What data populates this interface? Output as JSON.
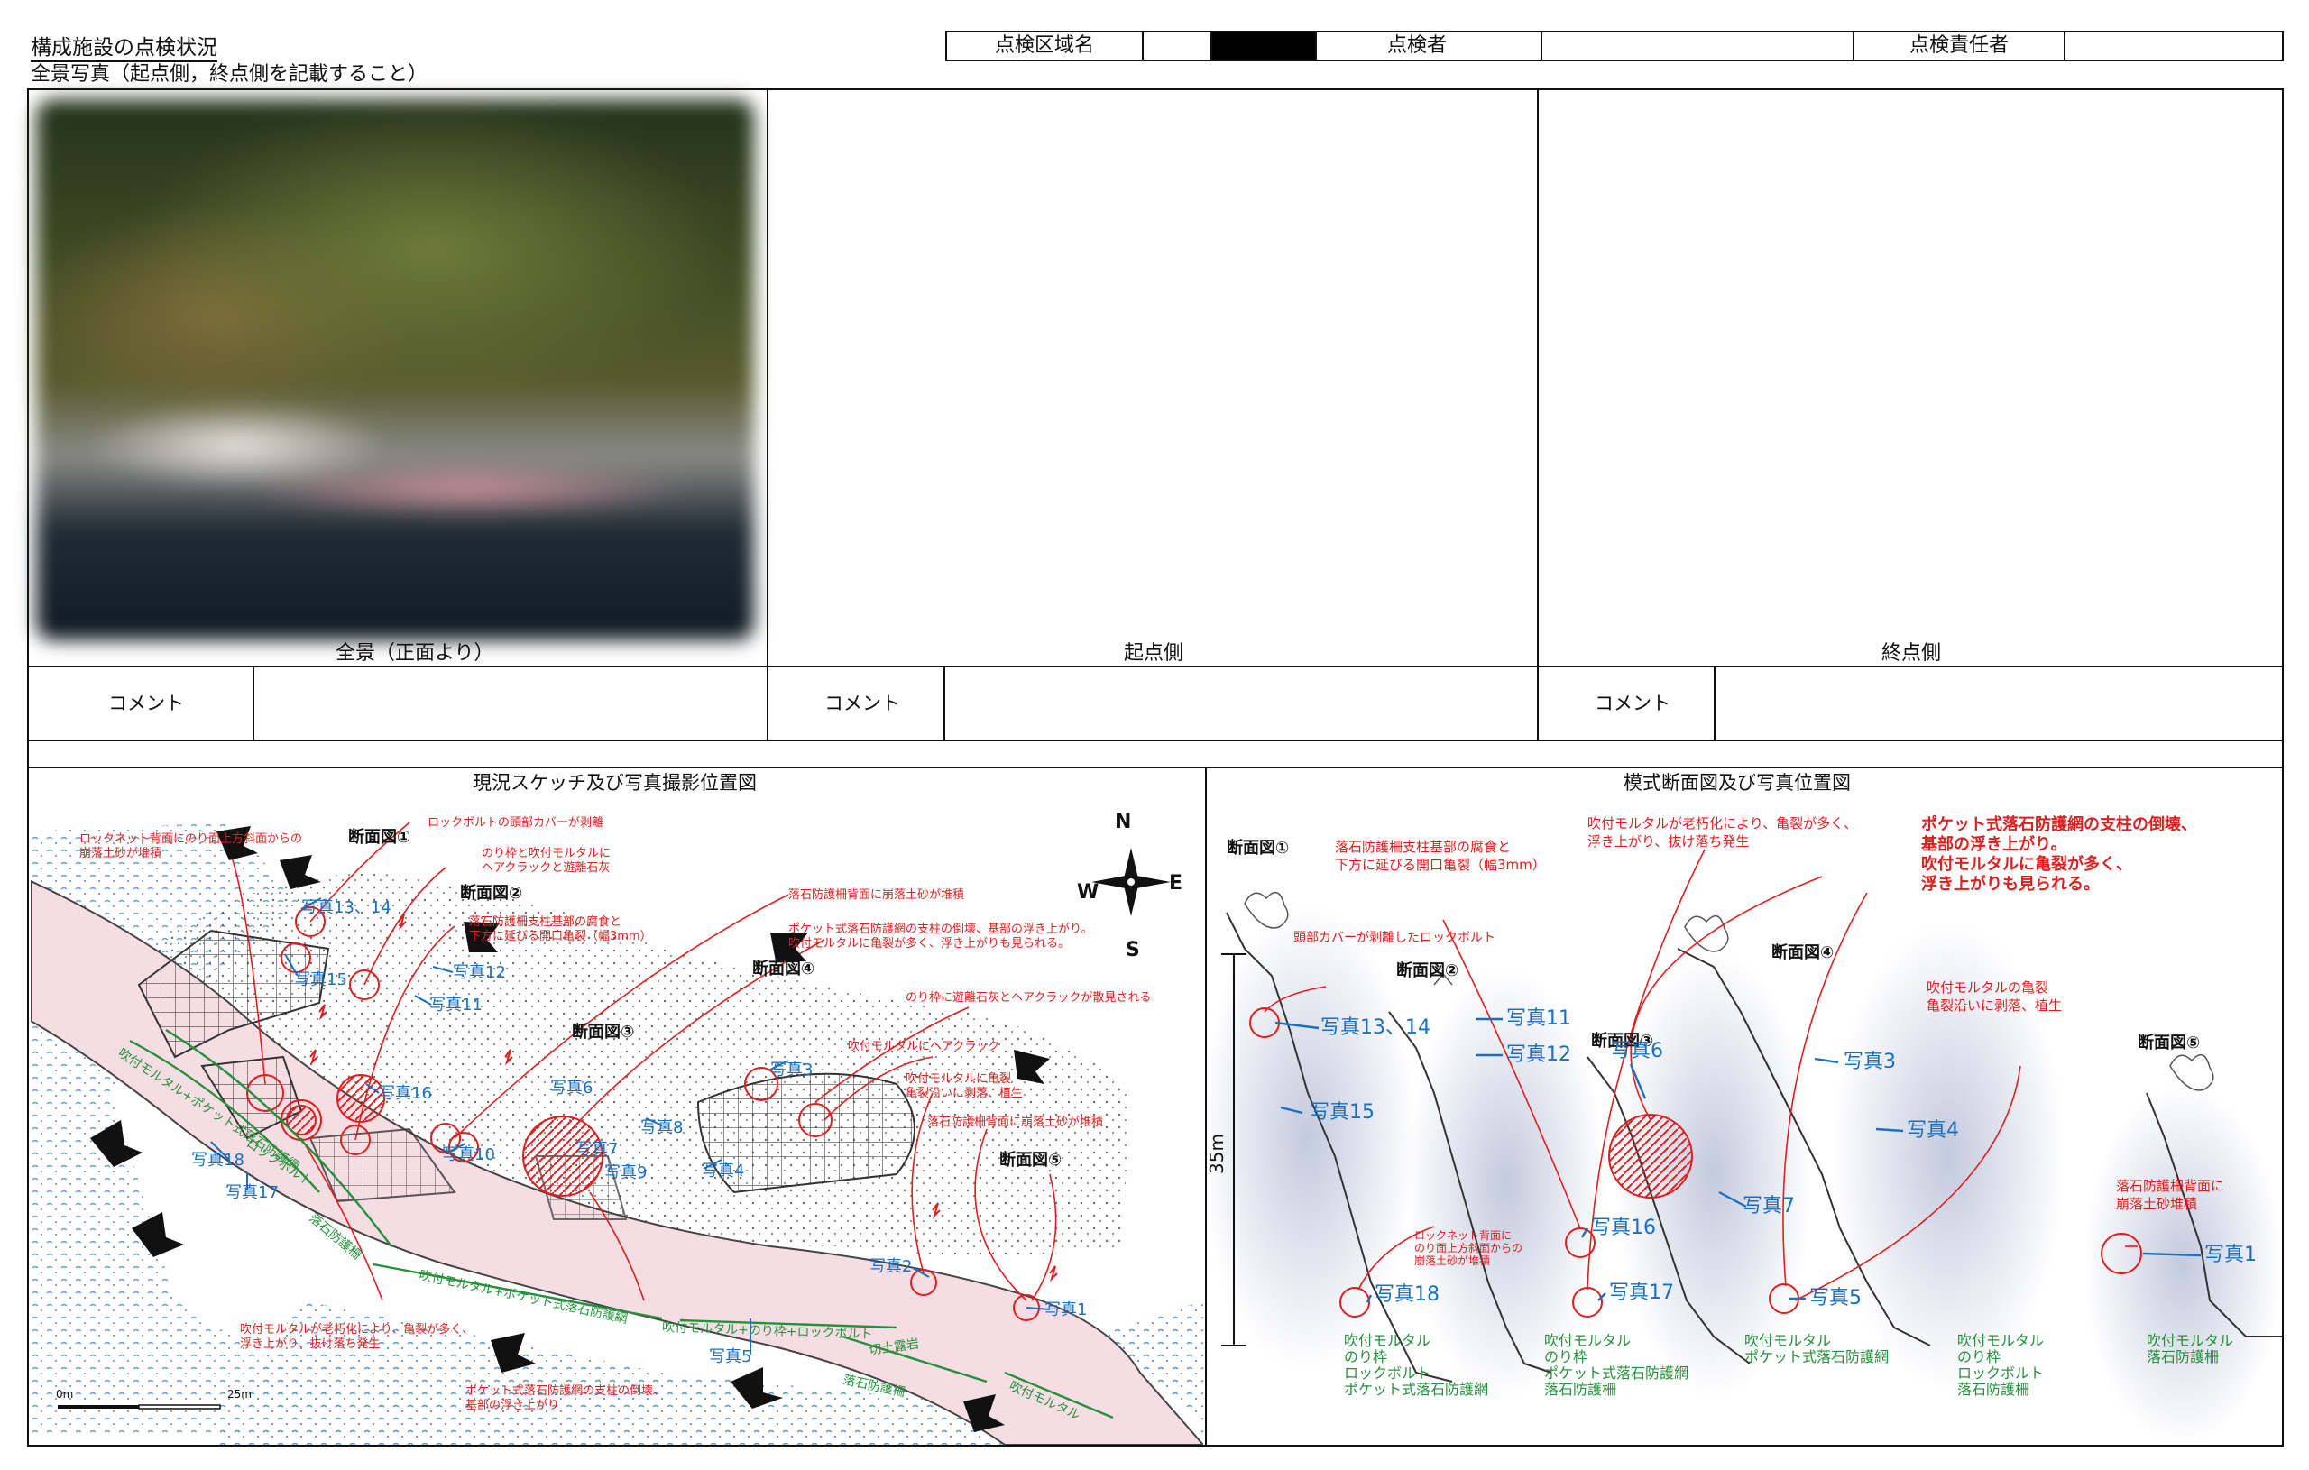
{
  "header": {
    "title": "構成施設の点検状況",
    "subtitle": "全景写真（起点側，終点側を記載すること）",
    "area_label": "点検区域名",
    "area_value": "",
    "inspector_label": "点検者",
    "inspector_value": "",
    "manager_label": "点検責任者",
    "manager_value": ""
  },
  "photos": {
    "panel1_caption": "全景（正面より）",
    "panel2_caption": "起点側",
    "panel3_caption": "終点側",
    "comment_label": "コメント"
  },
  "sketch": {
    "title": "現況スケッチ及び写真撮影位置図",
    "compass": {
      "n": "N",
      "e": "E",
      "s": "S",
      "w": "W"
    },
    "scale_start": "0m",
    "scale_end": "25m",
    "section_labels": [
      "断面図①",
      "断面図②",
      "断面図③",
      "断面図④",
      "断面図⑤"
    ],
    "red_notes": [
      "ロックネット背面にのり面上方斜面からの",
      "崩落土砂が堆積",
      "ロックボルトの頭部カバーが剥離",
      "のり枠と吹付モルタルに",
      "ヘアクラックと遊離石灰",
      "落石防護柵支柱基部の腐食と",
      "下方に延びる開口亀裂（幅3mm）",
      "落石防護柵背面に崩落土砂が堆積",
      "ポケット式落石防護網の支柱の倒壊、基部の浮き上がり。",
      "吹付モルタルに亀裂が多く、浮き上がりも見られる。",
      "のり枠に遊離石灰とヘアクラックが散見される",
      "吹付モルタルにヘアクラック",
      "吹付モルタルに亀裂",
      "亀裂沿いに剥落、植生",
      "落石防護柵背面に崩落土砂が堆積",
      "吹付モルタルが老朽化により、亀裂が多く、",
      "浮き上がり、抜け落ち発生",
      "ポケット式落石防護網の支柱の倒壊、",
      "基部の浮き上がり"
    ],
    "photo_labels": [
      "写真13、14",
      "写真15",
      "写真12",
      "写真11",
      "写真16",
      "写真18",
      "写真17",
      "写真10",
      "写真7",
      "写真9",
      "写真6",
      "写真8",
      "写真4",
      "写真3",
      "写真2",
      "写真1",
      "写真5"
    ],
    "green_labels": [
      "吹付モルタル+ポケット式落石防護網",
      "ロックボルト",
      "落石防護柵",
      "吹付モルタル+ポケット式落石防護網",
      "吹付モルタル+のり枠+ロックボルト",
      "切土露岩",
      "落石防護柵",
      "吹付モルタル"
    ]
  },
  "sections": {
    "title": "模式断面図及び写真位置図",
    "height_label": "35m",
    "section_labels": [
      "断面図①",
      "断面図②",
      "断面図③",
      "断面図④",
      "断面図⑤"
    ],
    "red_notes": {
      "s1": "頭部カバーが剥離したロックボルト",
      "s2a": "落石防護柵支柱基部の腐食と",
      "s2b": "下方に延びる開口亀裂（幅3mm）",
      "s3a": "吹付モルタルが老朽化により、亀裂が多く、",
      "s3b": "浮き上がり、抜け落ち発生",
      "big1": "ポケット式落石防護網の支柱の倒壊、",
      "big2": "基部の浮き上がり。",
      "big3": "吹付モルタルに亀裂が多く、",
      "big4": "浮き上がりも見られる。",
      "s5a": "吹付モルタルの亀裂",
      "s5b": "亀裂沿いに剥落、植生",
      "s6a": "落石防護柵背面に",
      "s6b": "崩落土砂堆積",
      "s7a": "ロックネット背面に",
      "s7b": "のり面上方斜面からの",
      "s7c": "崩落土砂が堆積"
    },
    "photo_labels": [
      "写真13、14",
      "写真15",
      "写真11",
      "写真12",
      "写真6",
      "写真16",
      "写真18",
      "写真17",
      "写真7",
      "写真3",
      "写真4",
      "写真5",
      "写真1"
    ],
    "green_captions": [
      [
        "吹付モルタル",
        "のり枠",
        "ロックボルト",
        "ポケット式落石防護網"
      ],
      [
        "吹付モルタル",
        "のり枠",
        "ポケット式落石防護網",
        "落石防護柵"
      ],
      [
        "吹付モルタル",
        "ポケット式落石防護網"
      ],
      [
        "吹付モルタル",
        "のり枠",
        "ロックボルト",
        "落石防護柵"
      ],
      [
        "吹付モルタル",
        "落石防護柵"
      ]
    ]
  }
}
